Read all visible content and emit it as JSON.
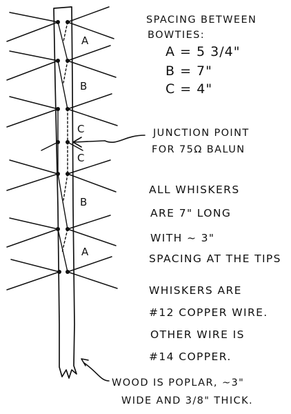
{
  "notes": {
    "spacing_title_1": "SPACING BETWEEN",
    "spacing_title_2": "BOWTIES:",
    "a_line": "A = 5 3/4\"",
    "b_line": "B = 7\"",
    "c_line": "C = 4\"",
    "junction_1": "JUNCTION POINT",
    "junction_2": "FOR 75Ω BALUN",
    "whisker_1": "ALL WHISKERS",
    "whisker_2": "ARE 7\" LONG",
    "whisker_3": "WITH ~ 3\"",
    "whisker_4": "SPACING AT THE TIPS",
    "wire_1": "WHISKERS ARE",
    "wire_2": "#12 COPPER WIRE.",
    "wire_3": "OTHER WIRE IS",
    "wire_4": "#14 COPPER.",
    "wood_1": "WOOD IS POPLAR, ~3\"",
    "wood_2": "WIDE AND 3/8\" THICK."
  },
  "segment_labels": {
    "top_a": "A",
    "top_b": "B",
    "upper_c": "C",
    "lower_c": "C",
    "bottom_b": "B",
    "bottom_a": "A"
  },
  "colors": {
    "ink": "#111111",
    "background": "#ffffff"
  }
}
